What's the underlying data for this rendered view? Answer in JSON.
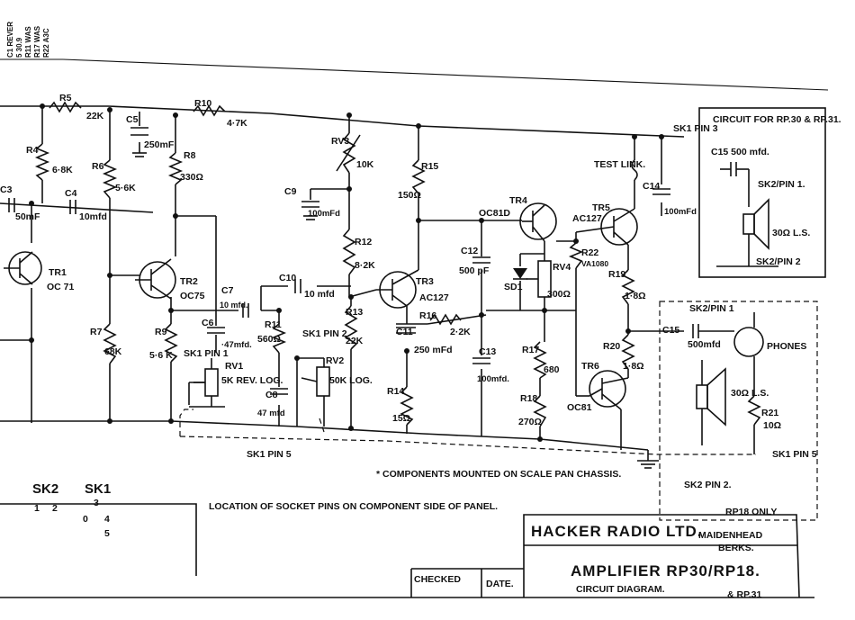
{
  "revision_notes": [
    "C1 REVER",
    "5 30.9",
    "R11 WAS",
    "R17 WAS",
    "R22 A3C"
  ],
  "components": {
    "R5": {
      "ref": "R5",
      "value": "22K"
    },
    "R10": {
      "ref": "R10",
      "value": "4·7K"
    },
    "C5": {
      "ref": "C5",
      "value": "250mF"
    },
    "R4": {
      "ref": "R4",
      "value": "6·8K"
    },
    "R6": {
      "ref": "R6",
      "value": "5·6K"
    },
    "R8": {
      "ref": "R8",
      "value": "330Ω"
    },
    "C3": {
      "ref": "C3",
      "value": "50mF"
    },
    "C4": {
      "ref": "C4",
      "value": "10mfd"
    },
    "TR1": {
      "ref": "TR1",
      "value": "OC 71"
    },
    "TR2": {
      "ref": "TR2",
      "value": "OC75"
    },
    "R7": {
      "ref": "R7",
      "value": "68K"
    },
    "R9": {
      "ref": "R9",
      "value": "5·6 K"
    },
    "C7": {
      "ref": "C7",
      "value": "10 mfd."
    },
    "C6": {
      "ref": "C6",
      "value": "·47mfd."
    },
    "RV1": {
      "ref": "RV1",
      "value": "5K REV. LOG."
    },
    "R11": {
      "ref": "R11",
      "value": "560Ω"
    },
    "C8": {
      "ref": "C8",
      "value": "47 mfd"
    },
    "RV3": {
      "ref": "RV3",
      "value": "10K"
    },
    "C9": {
      "ref": "C9",
      "value": "100mFd"
    },
    "R12": {
      "ref": "R12",
      "value": "8·2K"
    },
    "C10": {
      "ref": "C10",
      "value": "10 mfd"
    },
    "R13": {
      "ref": "R13",
      "value": "22K"
    },
    "RV2": {
      "ref": "RV2",
      "value": "50K LOG."
    },
    "TR3": {
      "ref": "TR3",
      "value": "AC127"
    },
    "R15": {
      "ref": "R15",
      "value": "150Ω"
    },
    "C11": {
      "ref": "C11",
      "value": "250 mFd"
    },
    "R14": {
      "ref": "R14",
      "value": "15Ω"
    },
    "R16": {
      "ref": "R16",
      "value": "2·2K"
    },
    "C12": {
      "ref": "C12",
      "value": "500 pF"
    },
    "C13": {
      "ref": "C13",
      "value": "100mfd."
    },
    "TR4": {
      "ref": "TR4",
      "value": "OC81D"
    },
    "SD1": {
      "ref": "SD1",
      "value": ""
    },
    "RV4": {
      "ref": "RV4",
      "value": "300Ω"
    },
    "R22": {
      "ref": "R22",
      "value": "VA1080"
    },
    "R17": {
      "ref": "R17",
      "value": "680"
    },
    "R18": {
      "ref": "R18",
      "value": "270Ω"
    },
    "TR5": {
      "ref": "TR5",
      "value": "AC127"
    },
    "R19": {
      "ref": "R19",
      "value": "1·8Ω"
    },
    "R20": {
      "ref": "R20",
      "value": "1·8Ω"
    },
    "TR6": {
      "ref": "TR6",
      "value": "OC81"
    },
    "C14": {
      "ref": "C14",
      "value": "100mFd"
    },
    "C15": {
      "ref": "C15",
      "value": "500mfd"
    },
    "R21": {
      "ref": "R21",
      "value": "10Ω"
    }
  },
  "labels": {
    "test_link": "TEST LINK.",
    "sk1_pin3": "SK1 PIN 3",
    "sk1_pin1": "SK1 PIN 1",
    "sk1_pin2": "SK1 PIN 2",
    "sk1_pin5_bottom": "SK1 PIN 5",
    "sk1_pin5_right": "SK1 PIN 5",
    "sk2_pin1": "SK2/PIN 1",
    "sk2_pin2": "SK2 PIN 2.",
    "phones": "PHONES",
    "ls_right": "30Ω L.S.",
    "rp18_only": "RP18 ONLY"
  },
  "inset": {
    "title": "CIRCUIT FOR RP.30 & RP.31.",
    "c15": "C15  500 mfd.",
    "sk2_pin1": "SK2/PIN 1.",
    "ls": "30Ω L.S.",
    "sk2_pin2": "SK2/PIN 2"
  },
  "note": "* COMPONENTS MOUNTED ON SCALE PAN CHASSIS.",
  "socket": {
    "sk2": "SK2",
    "sk1": "SK1",
    "pins": [
      "1",
      "2",
      "3",
      "0",
      "4",
      "5"
    ],
    "caption": "LOCATION OF SOCKET PINS ON COMPONENT SIDE OF PANEL."
  },
  "title_block": {
    "company": "HACKER RADIO LTD.",
    "town": "MAIDENHEAD",
    "county": "BERKS.",
    "title": "AMPLIFIER RP30/RP18.",
    "subtitle": "CIRCUIT DIAGRAM.",
    "variant": "& RP.31",
    "checked": "CHECKED",
    "date": "DATE."
  }
}
